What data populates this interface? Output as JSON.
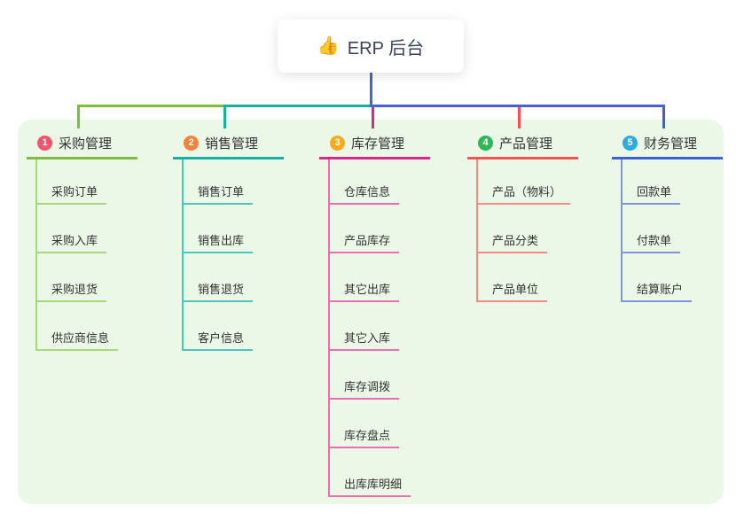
{
  "root": {
    "icon": "👍",
    "label": "ERP 后台"
  },
  "colors": {
    "canvas_bg": "#ffffff",
    "panel_bg": "#EBF7E7",
    "root_line": "#4A61D0",
    "text": "#333333",
    "root_text": "#3A4353"
  },
  "branches": [
    {
      "badge": "1",
      "label": "采购管理",
      "badge_color": "#F1556E",
      "line_color": "#7FBC42",
      "child_line_color": "#A9D67F",
      "children": [
        "采购订单",
        "采购入库",
        "采购退货",
        "供应商信息"
      ]
    },
    {
      "badge": "2",
      "label": "销售管理",
      "badge_color": "#F5823B",
      "line_color": "#19AEA4",
      "child_line_color": "#50C4BA",
      "children": [
        "销售订单",
        "销售出库",
        "销售退货",
        "客户信息"
      ]
    },
    {
      "badge": "3",
      "label": "库存管理",
      "badge_color": "#FBAA1C",
      "line_color": "#D9278C",
      "child_line_color": "#EE6BAE",
      "children": [
        "仓库信息",
        "产品库存",
        "其它出库",
        "其它入库",
        "库存调拨",
        "库存盘点",
        "出库库明细"
      ]
    },
    {
      "badge": "4",
      "label": "产品管理",
      "badge_color": "#2FB757",
      "line_color": "#F4534E",
      "child_line_color": "#F58B84",
      "children": [
        "产品（物料）",
        "产品分类",
        "产品单位"
      ]
    },
    {
      "badge": "5",
      "label": "财务管理",
      "badge_color": "#2FA9E1",
      "line_color": "#3B61D6",
      "child_line_color": "#8393D8",
      "children": [
        "回款单",
        "付款单",
        "结算账户"
      ]
    }
  ]
}
